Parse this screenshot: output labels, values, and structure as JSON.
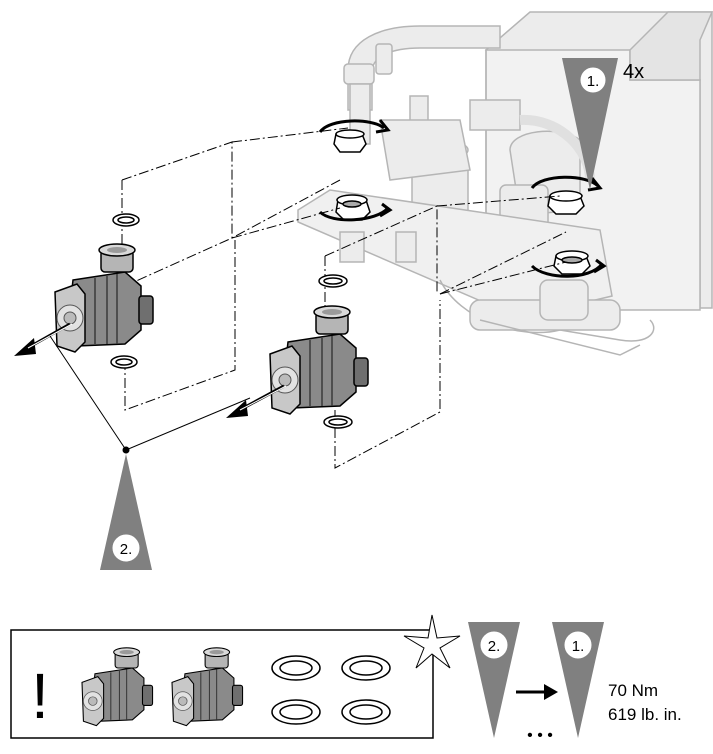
{
  "step_markers": {
    "step1": "1.",
    "step2": "2.",
    "repeat_count": "4x"
  },
  "legend": {
    "warning_symbol": "!",
    "sequence_step_a": "2.",
    "sequence_step_b": "1.",
    "torque_metric": "70 Nm",
    "torque_imperial": "619 lb. in.",
    "continuation": "• • •"
  },
  "colors": {
    "line": "#000000",
    "unit_fill": "#e6e6e6",
    "unit_stroke": "#b3b3b3",
    "pump_dark": "#6b6b6b",
    "pump_mid": "#9a9a9a",
    "pump_light": "#d0d0d0",
    "marker_fill": "#808080"
  },
  "icons": [
    "rotation-arrow-icon",
    "removal-arrow-icon",
    "sealing-ring-icon",
    "pump-icon",
    "star-burst-icon",
    "sequence-arrow-icon",
    "warning-icon"
  ]
}
